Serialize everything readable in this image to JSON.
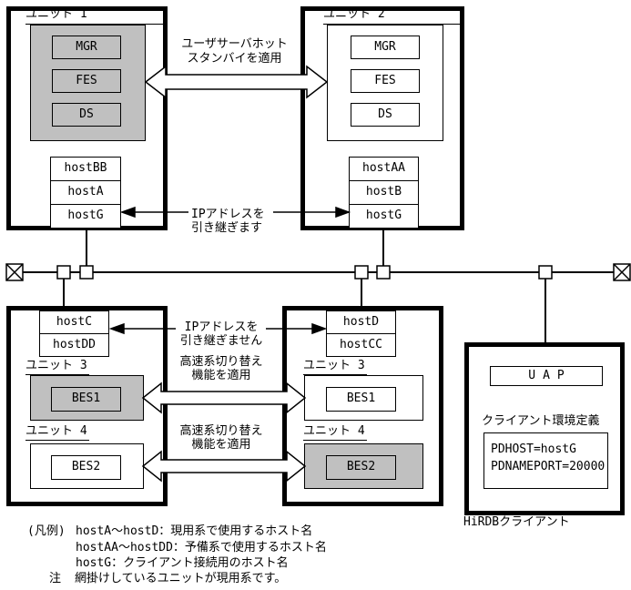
{
  "colors": {
    "shaded_unit": "#c0c0c0",
    "line": "#000000",
    "background": "#ffffff"
  },
  "top": {
    "unit1": {
      "label": "ユニット 1",
      "servers": [
        "MGR",
        "FES",
        "DS"
      ],
      "hosts": [
        "hostBB",
        "hostA",
        "hostG"
      ],
      "shaded": true
    },
    "unit2": {
      "label": "ユニット 2",
      "servers": [
        "MGR",
        "FES",
        "DS"
      ],
      "hosts": [
        "hostAA",
        "hostB",
        "hostG"
      ],
      "shaded": false
    },
    "hot_standby": {
      "line1": "ユーザサーバホット",
      "line2": "スタンバイを適用"
    },
    "ip_inherit": {
      "line1": "IPアドレスを",
      "line2": "引き継ぎます"
    }
  },
  "bottom": {
    "left": {
      "hosts": [
        "hostC",
        "hostDD"
      ],
      "unit3": {
        "label": "ユニット 3",
        "server": "BES1",
        "shaded": true
      },
      "unit4": {
        "label": "ユニット 4",
        "server": "BES2",
        "shaded": false
      }
    },
    "middle": {
      "hosts": [
        "hostD",
        "hostCC"
      ],
      "unit3": {
        "label": "ユニット 3",
        "server": "BES1",
        "shaded": false
      },
      "unit4": {
        "label": "ユニット 4",
        "server": "BES2",
        "shaded": true
      }
    },
    "ip_no_inherit": {
      "line1": "IPアドレスを",
      "line2": "引き継ぎません"
    },
    "fast_switch_unit3": {
      "line1": "高速系切り替え",
      "line2": "機能を適用"
    },
    "fast_switch_unit4": {
      "line1": "高速系切り替え",
      "line2": "機能を適用"
    }
  },
  "client": {
    "uap": "UAP",
    "env_title": "クライアント環境定義",
    "env_line1": "PDHOST=hostG",
    "env_line2": "PDNAMEPORT=20000",
    "caption": "HiRDBクライアント"
  },
  "legend": {
    "heading": "(凡例)",
    "item1": "hostA～hostD：現用系で使用するホスト名",
    "item2": "hostAA～hostDD：予備系で使用するホスト名",
    "item3": "hostG：クライアント接続用のホスト名",
    "note_label": "注",
    "note_text": "網掛けしているユニットが現用系です。"
  }
}
